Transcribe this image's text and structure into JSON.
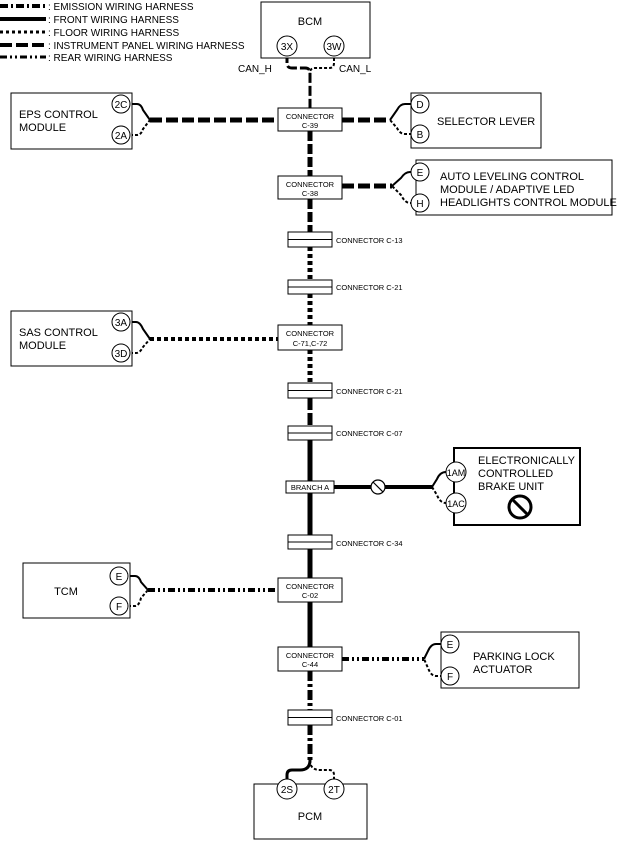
{
  "legend": {
    "emission": ": EMISSION WIRING HARNESS",
    "front": ": FRONT WIRING HARNESS",
    "floor": ": FLOOR WIRING HARNESS",
    "instrument_panel": ": INSTRUMENT PANEL WIRING HARNESS",
    "rear": ": REAR WIRING HARNESS"
  },
  "bcm": {
    "label": "BCM",
    "pin_h": "3X",
    "pin_l": "3W",
    "can_h": "CAN_H",
    "can_l": "CAN_L"
  },
  "eps": {
    "line1": "EPS CONTROL",
    "line2": "MODULE",
    "pin_a": "2C",
    "pin_b": "2A"
  },
  "selector": {
    "label": "SELECTOR LEVER",
    "pin_a": "D",
    "pin_b": "B"
  },
  "auto_leveling": {
    "line1": "AUTO LEVELING CONTROL",
    "line2": "MODULE / ADAPTIVE LED",
    "line3": "HEADLIGHTS CONTROL MODULE",
    "pin_a": "E",
    "pin_b": "H"
  },
  "sas": {
    "line1": "SAS CONTROL",
    "line2": "MODULE",
    "pin_a": "3A",
    "pin_b": "3D"
  },
  "brake": {
    "line1": "ELECTRONICALLY",
    "line2": "CONTROLLED",
    "line3": "BRAKE UNIT",
    "pin_a": "1AM",
    "pin_b": "1AC"
  },
  "tcm": {
    "label": "TCM",
    "pin_a": "E",
    "pin_b": "F"
  },
  "parking": {
    "line1": "PARKING LOCK",
    "line2": "ACTUATOR",
    "pin_a": "E",
    "pin_b": "F"
  },
  "pcm": {
    "label": "PCM",
    "pin_h": "2S",
    "pin_l": "2T"
  },
  "connectors": {
    "c39": {
      "line1": "CONNECTOR",
      "line2": "C-39"
    },
    "c38": {
      "line1": "CONNECTOR",
      "line2": "C-38"
    },
    "c71": {
      "line1": "CONNECTOR",
      "line2": "C-71,C-72"
    },
    "c02": {
      "line1": "CONNECTOR",
      "line2": "C-02"
    },
    "c44": {
      "line1": "CONNECTOR",
      "line2": "C-44"
    }
  },
  "inline": {
    "c13": "CONNECTOR C-13",
    "c21a": "CONNECTOR C-21",
    "c21b": "CONNECTOR C-21",
    "c07": "CONNECTOR C-07",
    "c34": "CONNECTOR C-34",
    "c01": "CONNECTOR C-01"
  },
  "branch": "BRANCH A"
}
